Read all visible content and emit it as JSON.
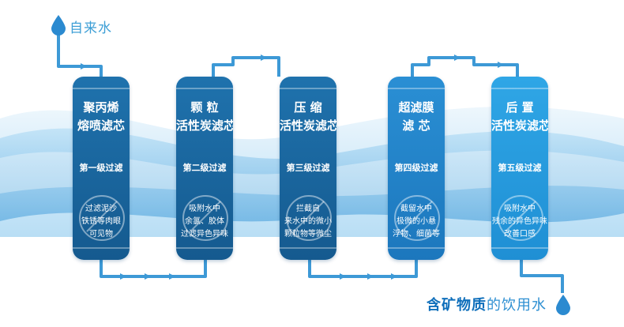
{
  "source_label": "自来水",
  "output_label_parts": [
    "含矿物质",
    "的饮用水"
  ],
  "filters": [
    {
      "name": "聚丙烯\n熔喷滤芯",
      "stage": "第一级过滤",
      "desc": "过滤泥沙\n铁锈等肉眼\n可见物",
      "color_top": "#1f72ad",
      "color_bottom": "#155a8f"
    },
    {
      "name": "颗 粒\n活性炭滤芯",
      "stage": "第二级过滤",
      "desc": "吸附水中\n余氯、胶体\n过滤异色异味",
      "color_top": "#1f72ad",
      "color_bottom": "#155a8f"
    },
    {
      "name": "压 缩\n活性炭滤芯",
      "stage": "第三级过滤",
      "desc": "拦截自\n来水中的微小\n颗粒物等微尘",
      "color_top": "#1f72ad",
      "color_bottom": "#155a8f"
    },
    {
      "name": "超滤膜\n滤 芯",
      "stage": "第四级过滤",
      "desc": "截留水中\n极微的小悬\n浮物、细菌等",
      "color_top": "#2a8fd4",
      "color_bottom": "#1c77bd"
    },
    {
      "name": "后 置\n活性炭滤芯",
      "stage": "第五级过滤",
      "desc": "吸附水中\n残余的异色异味\n改善口感",
      "color_top": "#2fa6e6",
      "color_bottom": "#1f8fd4"
    }
  ],
  "colors": {
    "pipe": "#3d99d6",
    "drop": "#2b8ad0"
  }
}
